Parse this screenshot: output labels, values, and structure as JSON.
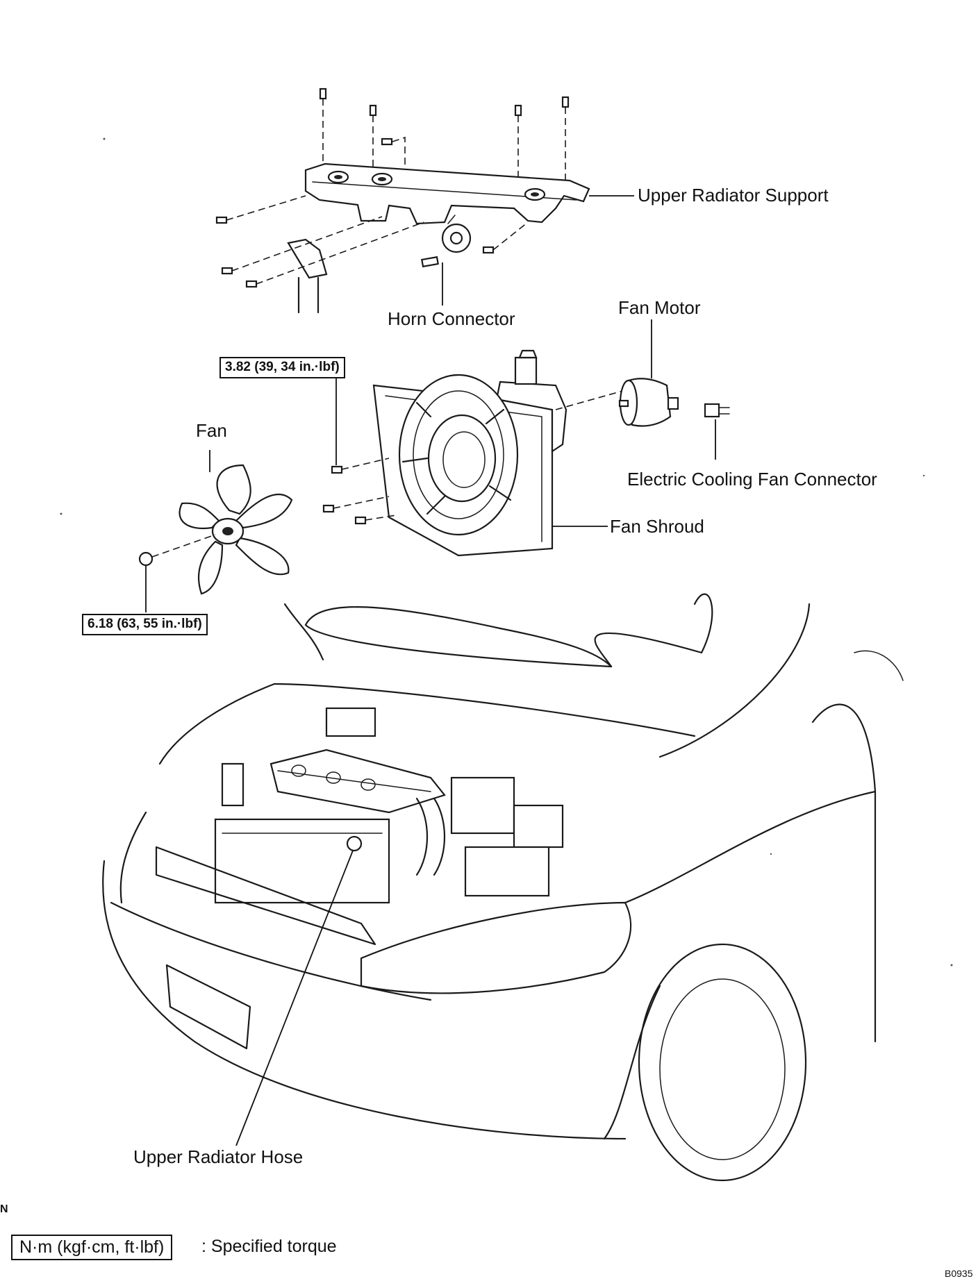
{
  "labels": {
    "upper_radiator_support": "Upper Radiator Support",
    "horn_connector": "Horn Connector",
    "fan_motor": "Fan Motor",
    "fan": "Fan",
    "electric_cooling_fan_connector": "Electric Cooling Fan Connector",
    "fan_shroud": "Fan Shroud",
    "upper_radiator_hose": "Upper Radiator Hose"
  },
  "torques": {
    "shroud_bolt": "3.82 (39, 34 in.·lbf)",
    "fan_nut": "6.18 (63, 55 in.·lbf)"
  },
  "legend": {
    "unit_box": "N·m (kgf·cm, ft·lbf)",
    "description": ": Specified torque"
  },
  "corner": {
    "left_mark": "N",
    "figure_code": "B0935"
  }
}
